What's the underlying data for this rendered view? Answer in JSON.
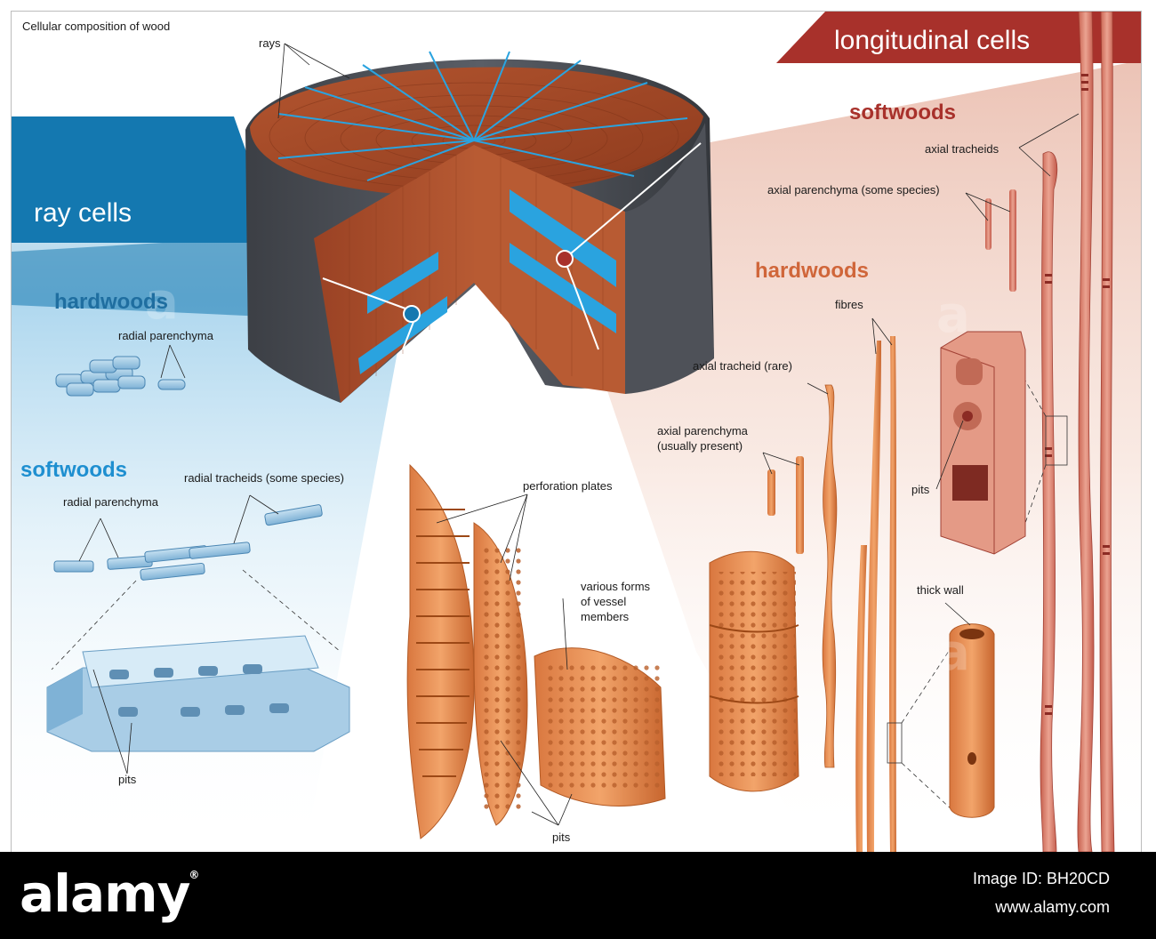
{
  "title": "Cellular composition of wood",
  "rays_label": "rays",
  "banners": {
    "ray": "ray cells",
    "longitudinal": "longitudinal cells"
  },
  "ray_section": {
    "hardwoods": {
      "heading": "hardwoods",
      "radial_parenchyma": "radial parenchyma"
    },
    "softwoods": {
      "heading": "softwoods",
      "radial_parenchyma": "radial parenchyma",
      "radial_tracheids": "radial tracheids (some species)"
    },
    "pits": "pits"
  },
  "vessel_section": {
    "perforation_plates": "perforation plates",
    "various_forms": [
      "various forms",
      "of vessel",
      "members"
    ],
    "pits": "pits"
  },
  "longitudinal_section": {
    "softwoods": {
      "heading": "softwoods",
      "axial_tracheids": "axial tracheids",
      "axial_parenchyma": "axial parenchyma (some species)"
    },
    "hardwoods": {
      "heading": "hardwoods",
      "fibres": "fibres",
      "axial_tracheid_rare": "axial tracheid (rare)",
      "axial_parenchyma": [
        "axial parenchyma",
        "(usually present)"
      ],
      "pits": "pits",
      "thick_wall": "thick wall"
    }
  },
  "footer": {
    "logo": "alamy",
    "image_id": "Image ID: BH20CD",
    "site": "www.alamy.com"
  },
  "colors": {
    "blue": "#1478b0",
    "red": "#a8312b",
    "orange": "#d0663a",
    "wood": "#a54a2a"
  }
}
